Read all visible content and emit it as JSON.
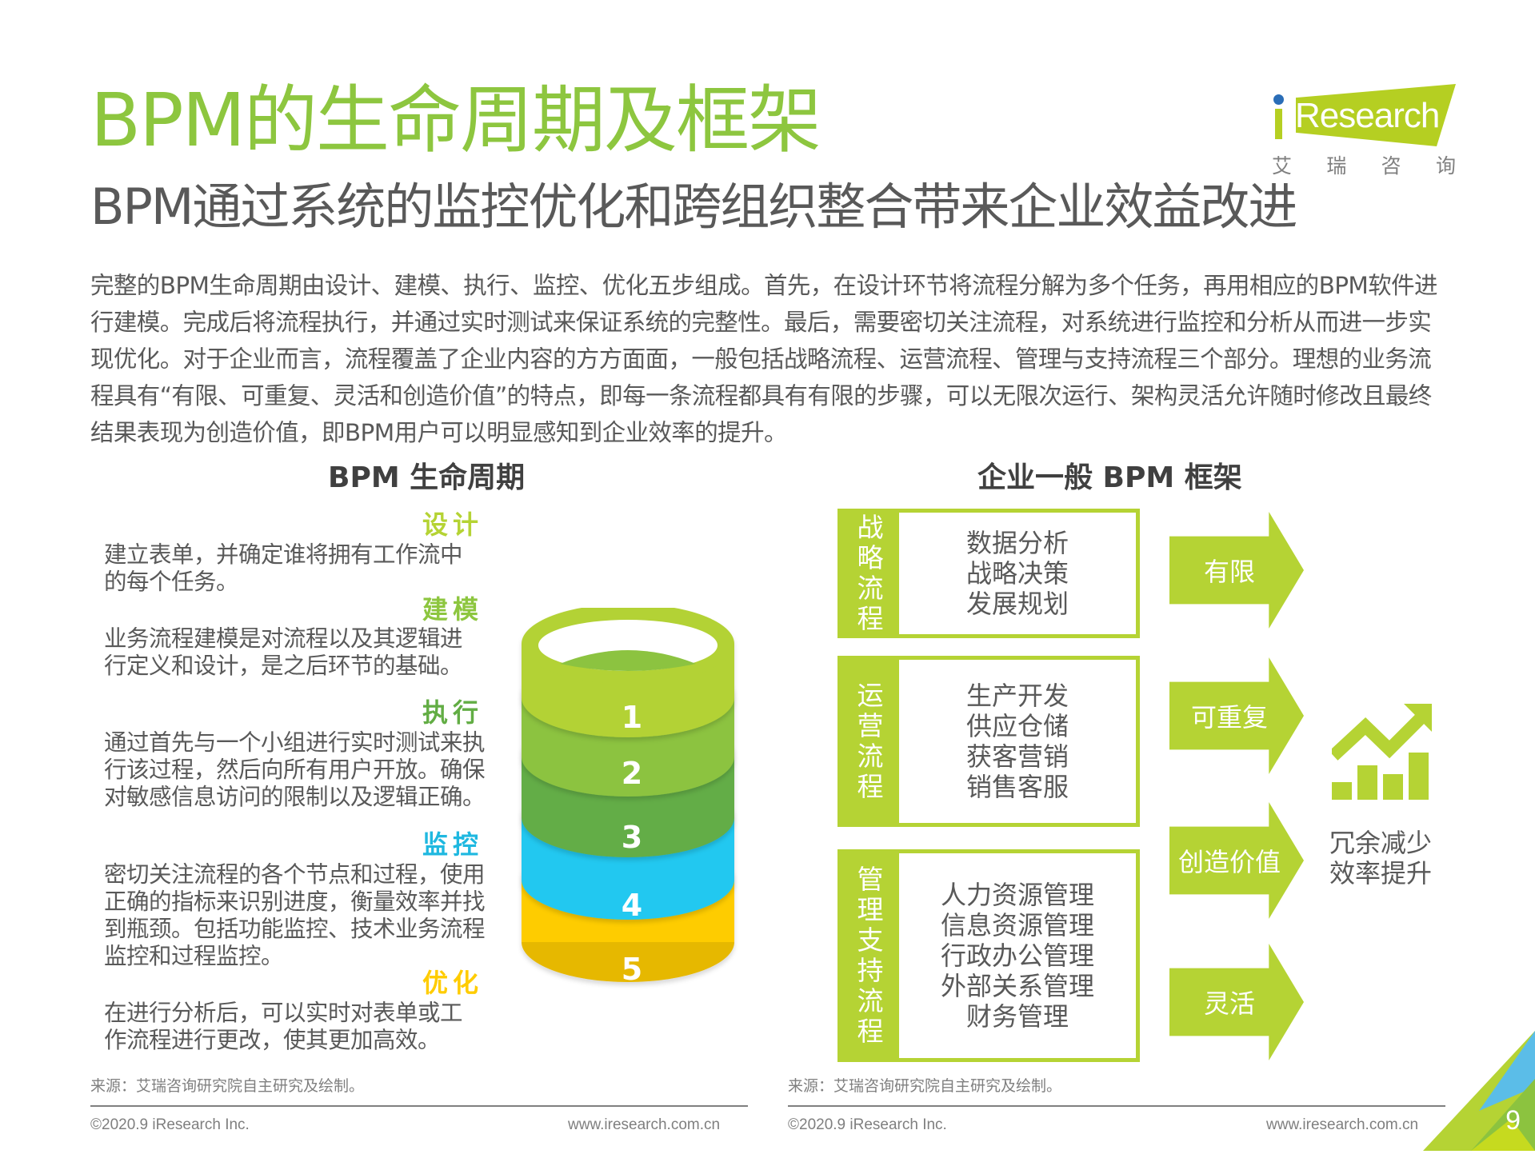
{
  "header": {
    "title": "BPM的生命周期及框架",
    "subtitle": "BPM通过系统的监控优化和跨组织整合带来企业效益改进"
  },
  "logo": {
    "brand": "Research",
    "cn_chars": [
      "艾",
      "瑞",
      "咨",
      "询"
    ],
    "colors": {
      "bar": "#b5cf22",
      "dot": "#2a6db7"
    }
  },
  "intro": {
    "text": "完整的BPM生命周期由设计、建模、执行、监控、优化五步组成。首先，在设计环节将流程分解为多个任务，再用相应的BPM软件进行建模。完成后将流程执行，并通过实时测试来保证系统的完整性。最后，需要密切关注流程，对系统进行监控和分析从而进一步实现优化。对于企业而言，流程覆盖了企业内容的方方面面，一般包括战略流程、运营流程、管理与支持流程三个部分。理想的业务流程具有“有限、可重复、灵活和创造价值”的特点，即每一条流程都具有有限的步骤，可以无限次运行、架构灵活允许随时修改且最终结果表现为创造价值，即BPM用户可以明显感知到企业效率的提升。"
  },
  "lifecycle": {
    "title": "BPM 生命周期",
    "steps": [
      {
        "name": "设计",
        "color": "#b5d334",
        "desc": "建立表单，并确定谁将拥有工作流中的每个任务。",
        "lines": [
          "建立表单，并确定谁将拥有工作流中",
          "的每个任务。"
        ]
      },
      {
        "name": "建模",
        "color": "#8dc63f",
        "desc": "业务流程建模是对流程以及其逻辑进行定义和设计，是之后环节的基础。",
        "lines": [
          "业务流程建模是对流程以及其逻辑进",
          "行定义和设计，是之后环节的基础。"
        ]
      },
      {
        "name": "执行",
        "color": "#62ad44",
        "desc": "通过首先与一个小组进行实时测试来执行该过程，然后向所有用户开放。确保对敏感信息访问的限制以及逻辑正确。",
        "lines": [
          "通过首先与一个小组进行实时测试来执",
          "行该过程，然后向所有用户开放。确保",
          "对敏感信息访问的限制以及逻辑正确。"
        ]
      },
      {
        "name": "监控",
        "color": "#1fb8e0",
        "desc": "密切关注流程的各个节点和过程，使用正确的指标来识别进度，衡量效率并找到瓶颈。包括功能监控、技术业务流程监控和过程监控。",
        "lines": [
          "密切关注流程的各个节点和过程，使用",
          "正确的指标来识别进度，衡量效率并找",
          "到瓶颈。包括功能监控、技术业务流程",
          "监控和过程监控。"
        ]
      },
      {
        "name": "优化",
        "color": "#ffcc00",
        "desc": "在进行分析后，可以实时对表单或工作流程进行更改，使其更加高效。",
        "lines": [
          "在进行分析后，可以实时对表单或工",
          "作流程进行更改，使其更加高效。"
        ]
      }
    ],
    "rings": [
      {
        "num": "1",
        "color": "#b3d235"
      },
      {
        "num": "2",
        "color": "#8cc33f"
      },
      {
        "num": "3",
        "color": "#63ad46"
      },
      {
        "num": "4",
        "color": "#22c8f0"
      },
      {
        "num": "5",
        "color": "#fecc00"
      }
    ]
  },
  "framework": {
    "title": "企业一般 BPM 框架",
    "processes": [
      {
        "label": "战略流程",
        "items": [
          "数据分析",
          "战略决策",
          "发展规划"
        ]
      },
      {
        "label": "运营流程",
        "items": [
          "生产开发",
          "供应仓储",
          "获客营销",
          "销售客服"
        ]
      },
      {
        "label": "管理支持流程",
        "items": [
          "人力资源管理",
          "信息资源管理",
          "行政办公管理",
          "外部关系管理",
          "财务管理"
        ]
      }
    ],
    "traits": [
      "有限",
      "可重复",
      "创造价值",
      "灵活"
    ],
    "result": [
      "冗余减少",
      "效率提升"
    ],
    "accent": "#b5d334"
  },
  "footer": {
    "source_left": "来源：艾瑞咨询研究院自主研究及绘制。",
    "source_right": "来源：艾瑞咨询研究院自主研究及绘制。",
    "copyright_left": "©2020.9 iResearch Inc.",
    "url_left": "www.iresearch.com.cn",
    "copyright_right": "©2020.9 iResearch Inc.",
    "url_right": "www.iresearch.com.cn",
    "page_number": "9"
  }
}
